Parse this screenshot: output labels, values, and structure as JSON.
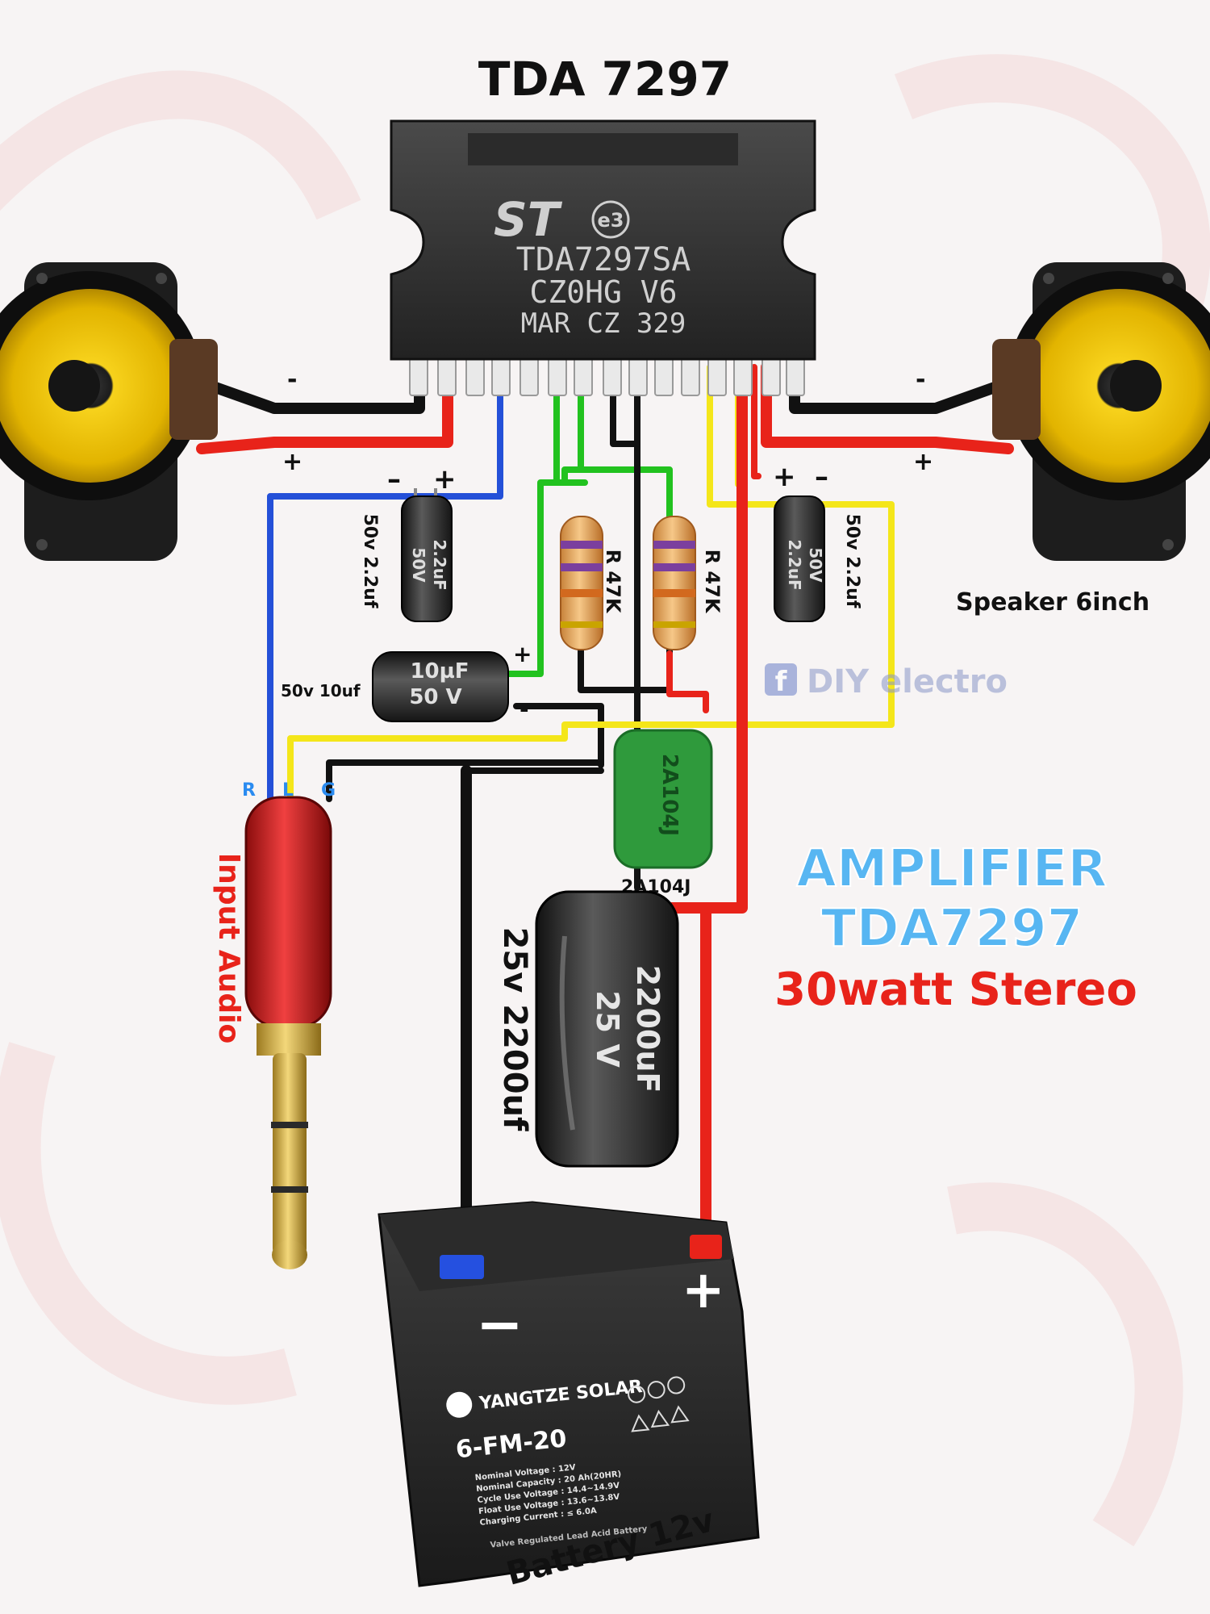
{
  "title": "TDA 7297",
  "chip": {
    "logo": "ST",
    "cert_mark": "e3",
    "line1": "TDA7297SA",
    "line2": "CZ0HG  V6",
    "line3": "MAR  CZ  329"
  },
  "speakers": {
    "left_minus": "-",
    "left_plus": "+",
    "right_minus": "-",
    "right_plus": "+",
    "label": "Speaker 6inch"
  },
  "capacitors": {
    "left_cap": {
      "label": "50v 2.2uf",
      "body1": "50V",
      "body2": "2.2uF",
      "minus": "–",
      "plus": "+"
    },
    "right_cap": {
      "label": "50v 2.2uf",
      "body1": "2.2uF",
      "body2": "50V",
      "minus": "–",
      "plus": "+"
    },
    "input_cap": {
      "label": "50v 10uf",
      "body1": "10µF",
      "body2": "50 V",
      "plus": "+",
      "minus": "-"
    },
    "main_cap": {
      "label": "25v 2200uf",
      "body1": "2200uF",
      "body2": "25 V"
    },
    "film_cap": {
      "label": "2A104J",
      "body": "2A104J"
    }
  },
  "resistors": {
    "r1": "R 47K",
    "r2": "R 47K"
  },
  "watermark": {
    "icon": "f",
    "text": "DIY electro"
  },
  "jack": {
    "pin_r": "R",
    "pin_l": "L",
    "pin_g": "G",
    "label": "Input Audio"
  },
  "headline": {
    "line1": "AMPLIFIER",
    "line2": "TDA7297",
    "line3": "30watt Stereo"
  },
  "battery": {
    "brand": "YANGTZE SOLAR",
    "model": "6-FM-20",
    "minus": "−",
    "plus": "+",
    "specs": [
      "Nominal Voltage : 12V",
      "Nominal Capacity : 20 Ah(20HR)",
      "Cycle Use Voltage : 14.4~14.9V",
      "Float Use Voltage : 13.6~13.8V",
      "Charging Current : ≤ 6.0A"
    ],
    "footer": "Valve Regulated Lead Acid Battery",
    "label": "Battery 12v"
  },
  "colors": {
    "wire_black": "#111111",
    "wire_red": "#e8231a",
    "wire_blue": "#2450d8",
    "wire_green": "#22c21f",
    "wire_yellow": "#f4e61a",
    "headline_blue": "#57b6f2",
    "headline_red": "#e8231a",
    "cone_yellow": "#f2c300"
  }
}
